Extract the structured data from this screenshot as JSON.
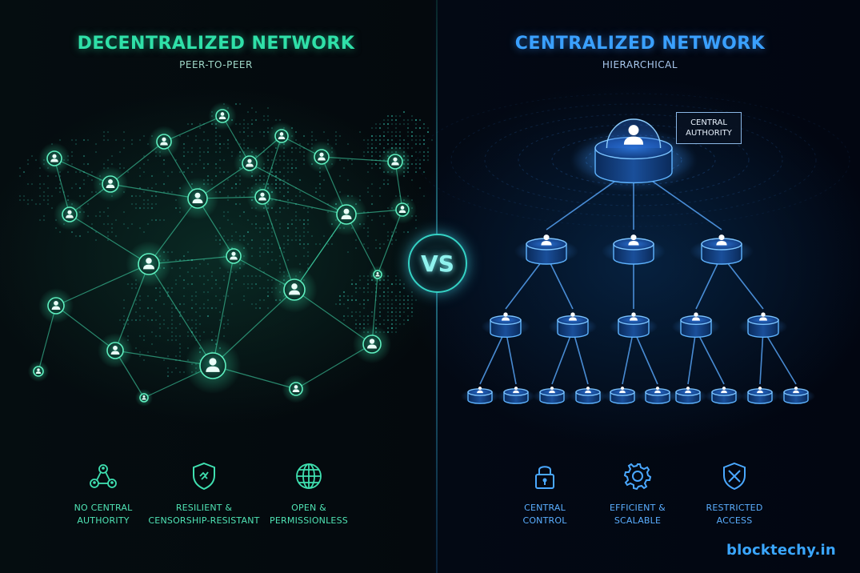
{
  "decentralized": {
    "title": "DECENTRALIZED NETWORK",
    "subtitle": "PEER-TO-PEER",
    "features": [
      {
        "icon": "network-nodes-icon",
        "label": "NO CENTRAL\nAUTHORITY"
      },
      {
        "icon": "shield-icon",
        "label": "RESILIENT &\nCENSORSHIP-RESISTANT"
      },
      {
        "icon": "globe-icon",
        "label": "OPEN &\nPERMISSIONLESS"
      }
    ]
  },
  "versus_label": "VS",
  "centralized": {
    "title": "CENTRALIZED NETWORK",
    "subtitle": "HIERARCHICAL",
    "authority_label": "CENTRAL\nAUTHORITY",
    "features": [
      {
        "icon": "lock-icon",
        "label": "CENTRAL\nCONTROL"
      },
      {
        "icon": "gear-icon",
        "label": "EFFICIENT &\nSCALABLE"
      },
      {
        "icon": "restricted-shield-icon",
        "label": "RESTRICTED\nACCESS"
      }
    ]
  },
  "watermark": "blocktechy.in",
  "colors": {
    "decentralized_accent": "#2fe0a8",
    "centralized_accent": "#3aa0ff",
    "background": "#03080c"
  }
}
